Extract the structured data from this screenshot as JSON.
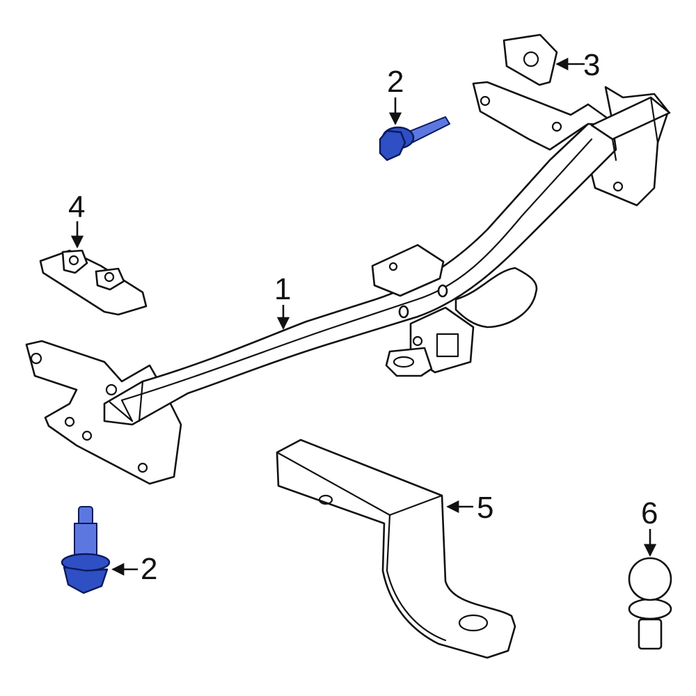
{
  "diagram": {
    "callouts": {
      "c1": "1",
      "c2_top": "2",
      "c2_bottom": "2",
      "c3": "3",
      "c4": "4",
      "c5": "5",
      "c6": "6"
    },
    "colors": {
      "line": "#111111",
      "highlight_part": "#2f4fc4",
      "background": "#ffffff"
    }
  }
}
